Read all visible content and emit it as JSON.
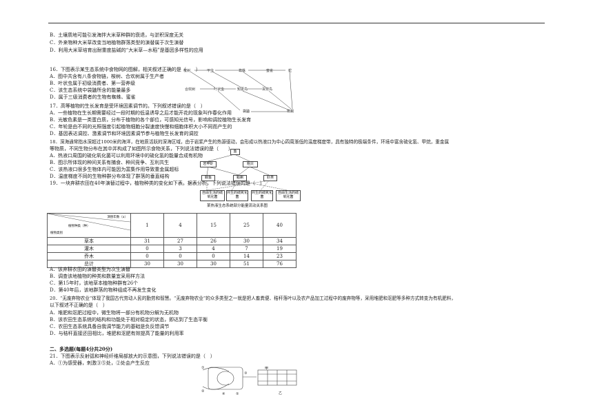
{
  "lines": [
    "B．土壤质地可能引发海拌大米草种群的衰退，与淤积深度无关",
    "C．外来物种大米草改变当地植物群落类型的演替属于次生演替",
    "D．利用大米草培育出耐重度盐碱的“大米草—水稻”是基因多样性的应用",
    "16．下图表示某生态系统中食物网的图解，相关叙述正确的是（　　）",
    "A．图中共含有八条食物链，桉树、合欢树属于生产者",
    "B．叶状虫属于初级消费者、第一营养级",
    "C．该生态系统中袋鼬所含的能量最多",
    "D．属于三级消费者的生物有蜘蛛、蜜雀",
    "17．高等植物的生长发育是受环境因素调节的。下列叙述错误的是（　）",
    "A．一些植物在生长期需要经过一段时期的低温诱导之后才能开花的现象叫作春化作用",
    "B．光敏色素是一类蛋白质，分布于植物的各个部位，可感知光信号，影响和调控植物生长发育",
    "C．年轮是由不同的光照强度引起植物细胞分裂速度快慢和细胞体积大小不同而产生的",
    "D．基因表达调控、激素调节和环境因素调节参与植物生长发育的调控",
    "18．深海通常指水深超过1000米的海洋，在地质活跃的深海区域，由于岩浆产生的热源驱动，会形成以热液口为中心四周渐低的温度梯度带，具有独特的极端条件，环境中富含硫化氢、甲烷，重金属",
    "等物质，不同生物分布在其中并构成了如图所示食物关系，下列说法错误的是（　　）",
    "A．热液口周围的硫化氧化菌可以利用环境中的硫化氢的能量合成有机物",
    "B．图示所体现的种间关系有捕食、种间竞争、互利共生",
    "C．该热液口很多生物体内可能因为富集作用导致重金属超标",
    "D．温度梯度不同的生物种群分布体现了群落的垂直结构",
    "19．一块弃耕农田在40年演替过程中，植物种类的变化如下表。据表分析，下列说法错误的是（　）",
    "A．该弃耕农田的演替类型为次生演替",
    "B．调查该地植物的种类和数量宜采用样方法",
    "C．第15年时，该地草本植物种群有26个",
    "D．第40年后，该地群落的物种组成不再发生变化",
    "20．“无废弃物农业”体现了我国古代劳动人民的勤劳和智慧。“无废弃物农业”的众多类型之一就是把人畜粪便、秸秆落叶以及农产品加工过程中的废弃物等，采用堆肥和沤肥等多种方式转变为有机肥料，",
    "以下叙述不正确的是（　）",
    "A．堆肥和沤肥过程中，微生物将一部分有机物分解为无机物",
    "B．该农田生态系统的结构和功能处于相对稳定的状态，即达到了生态平衡",
    "C．农田生态系统具备自我调节能力的基础是负反馈调节",
    "D．与秸秆直接还田相比，堆肥和沤肥有效提高了能量的利用率",
    "二、多选题(每题4分共20分)",
    "21．下图表示反射弧和神经纤维局部放大的示意图，下列说法错误的是（　）",
    "A．①为感受器，刺激③⑤处，②处会产生反应"
  ],
  "food_web": {
    "nodes": [
      "桉树",
      "甲虫",
      "蜘蛛",
      "蜜雀",
      "蛇",
      "合欢树",
      "叶状虫",
      "知更鸟",
      "百劳鸟",
      "袋鼬",
      "蜥蜴"
    ]
  },
  "vent": {
    "top": "鱼",
    "mid": [
      "岩甲虾",
      "贻贝"
    ],
    "low": [
      "鳗鱼",
      "蛤蜊",
      "虾类"
    ],
    "bottom": [
      "自由生活的硫氧化菌",
      "共生的硫氧化菌",
      "共生的硫氧化菌",
      "自由生活的硫氧化菌"
    ],
    "caption": "某热液生态系统部分能量流动关系图"
  },
  "table": {
    "header_a": "演替年数（a）",
    "header_b": "植物种类（种）",
    "header_c": "植物类别",
    "years": [
      "1",
      "4",
      "15",
      "25",
      "40"
    ],
    "rows": [
      {
        "label": "草本",
        "values": [
          "31",
          "27",
          "26",
          "30",
          "34"
        ]
      },
      {
        "label": "灌木",
        "values": [
          "0",
          "3",
          "4",
          "7",
          "19"
        ]
      },
      {
        "label": "乔木",
        "values": [
          "0",
          "0",
          "0",
          "14",
          "23"
        ]
      },
      {
        "label": "总计",
        "values": [
          "30",
          "30",
          "30",
          "51",
          "76"
        ]
      }
    ]
  },
  "reflex": {
    "labels": [
      "甲",
      "乙",
      "①",
      "②",
      "③",
      "④",
      "⑤"
    ]
  }
}
